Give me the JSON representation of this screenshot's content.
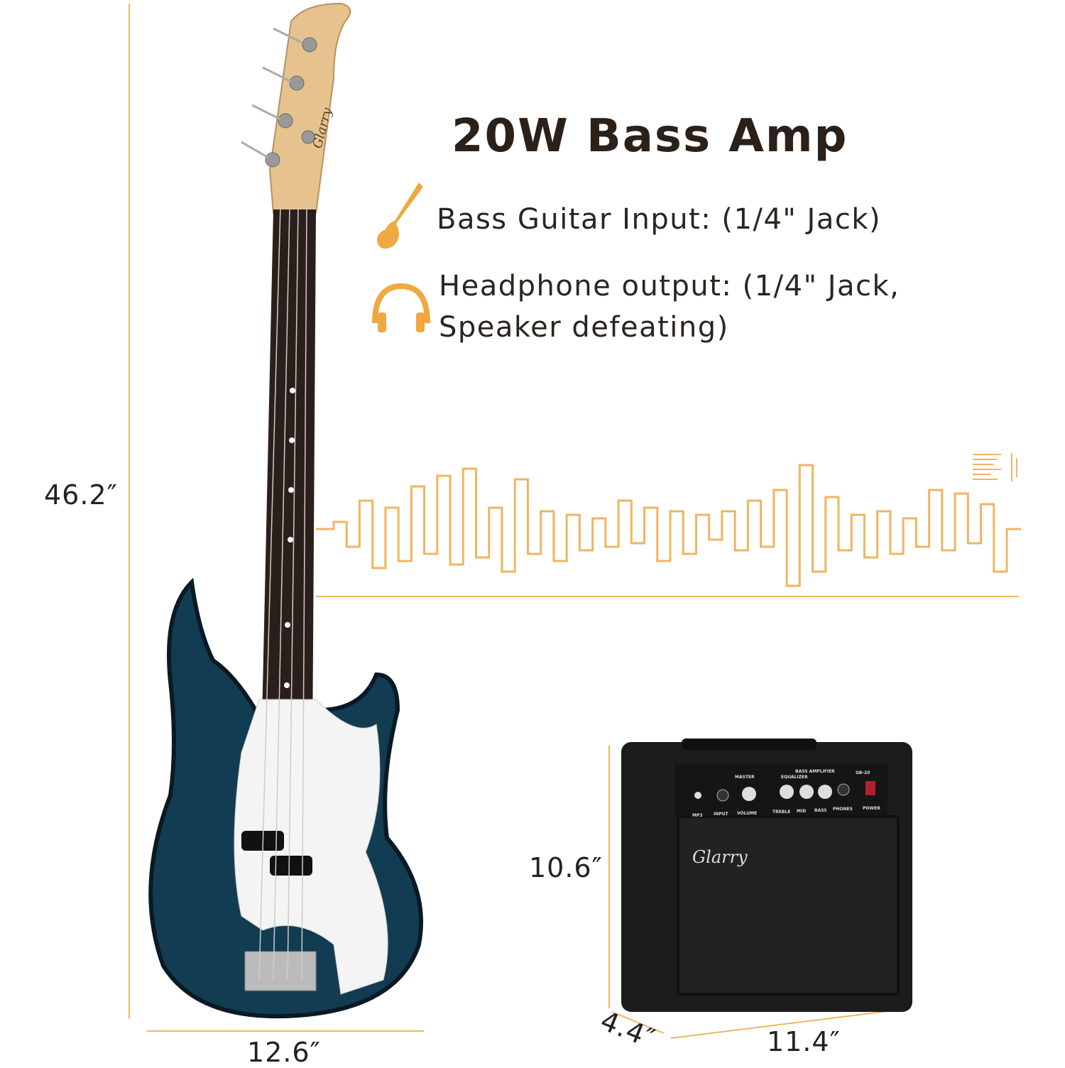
{
  "heading": "20W Bass Amp",
  "features": [
    {
      "icon": "bass-guitar-icon",
      "lines": [
        "Bass Guitar Input: (1/4\" Jack)"
      ]
    },
    {
      "icon": "headphones-icon",
      "lines": [
        "Headphone output: (1/4\" Jack,",
        "Speaker defeating)"
      ]
    }
  ],
  "dimensions": {
    "guitar_height": "46.2″",
    "guitar_width": "12.6″",
    "amp_height": "10.6″",
    "amp_depth": "4.4″",
    "amp_width": "11.4″"
  },
  "guitar": {
    "brand": "Glarry"
  },
  "amp": {
    "brand": "Glarry",
    "model": "GB-20",
    "panel_title": "BASS AMPLIFIER",
    "equalizer": "EQUALIZER",
    "master": "MASTER",
    "controls": [
      "MP3",
      "INPUT",
      "VOLUME",
      "TREBLE",
      "MID",
      "BASS",
      "PHONES",
      "POWER"
    ]
  },
  "colors": {
    "accent": "#f0a840",
    "text": "#2b2119",
    "guitar_body": "#123c52",
    "amp": "#1c1c1c"
  }
}
